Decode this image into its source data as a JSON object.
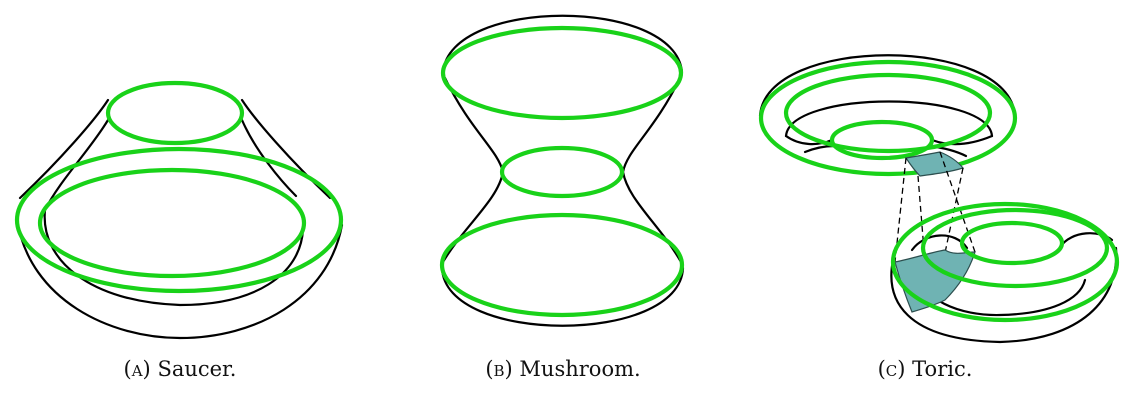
{
  "captions": [
    {
      "tag": "(a)",
      "text": "Saucer."
    },
    {
      "tag": "(b)",
      "text": "Mushroom."
    },
    {
      "tag": "(c)",
      "text": "Toric."
    }
  ],
  "colors": {
    "curve": "#000000",
    "highlight": "#19d219",
    "fill": "#6fb3b3"
  }
}
